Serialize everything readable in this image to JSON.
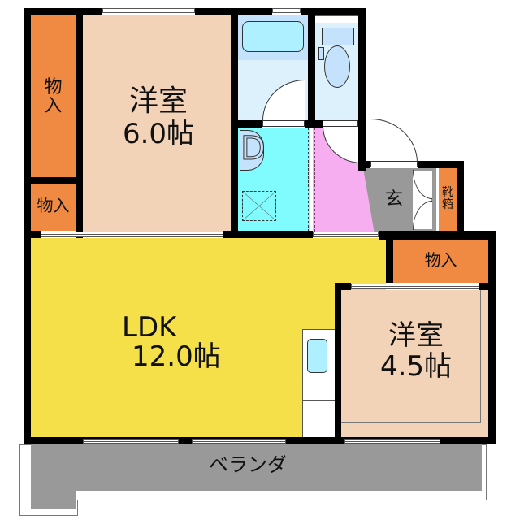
{
  "floor_plan": {
    "rooms": {
      "western_room_1": {
        "name": "洋室",
        "size": "6.0帖"
      },
      "western_room_2": {
        "name": "洋室",
        "size": "4.5帖"
      },
      "ldk": {
        "name": "LDK",
        "size": "12.0帖"
      },
      "closet_1": {
        "label": "物\n入"
      },
      "closet_2": {
        "label": "物入"
      },
      "closet_3": {
        "label": "物入"
      },
      "entrance": {
        "label": "玄"
      },
      "shoe_box": {
        "label": "靴\n箱"
      },
      "veranda": {
        "label": "ベランダ"
      },
      "washroom": {
        "label": "D"
      }
    },
    "colors": {
      "western_room": "#f2d3b8",
      "ldk": "#f5e04a",
      "closet": "#f08a42",
      "bath": "#ddf1fd",
      "bathtub": "#aef0ff",
      "washroom": "#80fcff",
      "hall": "#f6aef0",
      "entrance": "#999999",
      "veranda": "#999999",
      "wall": "#000000"
    }
  }
}
